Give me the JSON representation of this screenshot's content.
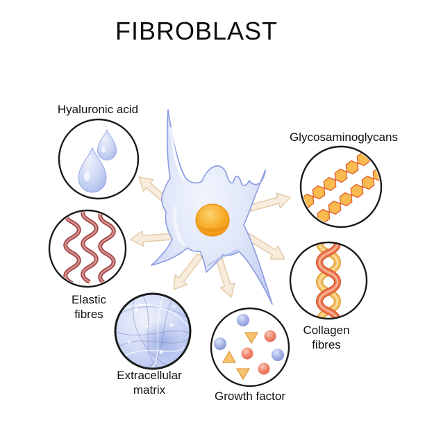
{
  "title": "FIBROBLAST",
  "labels": {
    "hyaluronic_acid": "Hyaluronic acid",
    "glycosaminoglycans": "Glycosaminoglycans",
    "elastic_fibres": {
      "line1": "Elastic",
      "line2": "fibres"
    },
    "collagen_fibres": {
      "line1": "Collagen",
      "line2": "fibres"
    },
    "extracellular_matrix": {
      "line1": "Extracellular",
      "line2": "matrix"
    },
    "growth_factor": "Growth factor"
  },
  "colors": {
    "arrow_fill": "#f8ecdc",
    "arrow_outline": "#e3cbaa",
    "cell_fill": "#dfe6f8",
    "cell_outline": "#8d9ee2",
    "nucleus_orange": "#f5a623",
    "droplet_blue": "#c2cdf0",
    "hexagon_orange": "#f9bb50",
    "hexagon_outline": "#e2622d",
    "elastic_red": "#9e4545",
    "ecm_blue": "#ccd6f3",
    "collagen_red": "#ed7a4f",
    "collagen_yellow": "#f6c05e",
    "collagen_blue": "#dbe2f6",
    "growth_blue": "#8c9cdc",
    "growth_red": "#e96f58",
    "growth_triangle": "#f7c36e",
    "circle_outline": "#1a1a1a"
  }
}
